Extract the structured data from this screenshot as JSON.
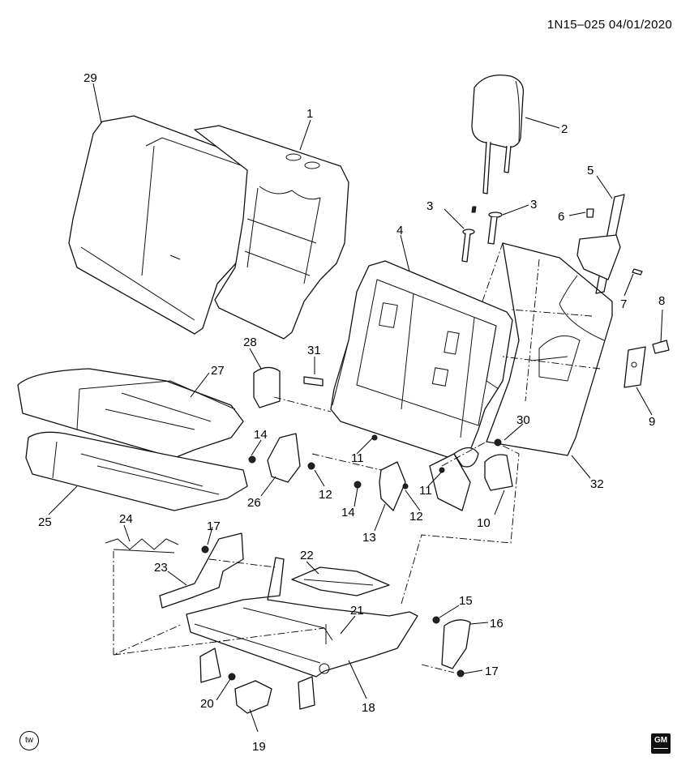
{
  "header": {
    "code": "1N15–025 04/01/2020"
  },
  "callouts": [
    "1",
    "2",
    "3",
    "3",
    "4",
    "5",
    "6",
    "7",
    "8",
    "9",
    "10",
    "11",
    "11",
    "12",
    "12",
    "13",
    "14",
    "14",
    "15",
    "16",
    "17",
    "17",
    "18",
    "19",
    "20",
    "21",
    "22",
    "23",
    "24",
    "25",
    "26",
    "27",
    "28",
    "29",
    "30",
    "31",
    "32"
  ],
  "logos": {
    "left": "tw",
    "right": "GM"
  }
}
